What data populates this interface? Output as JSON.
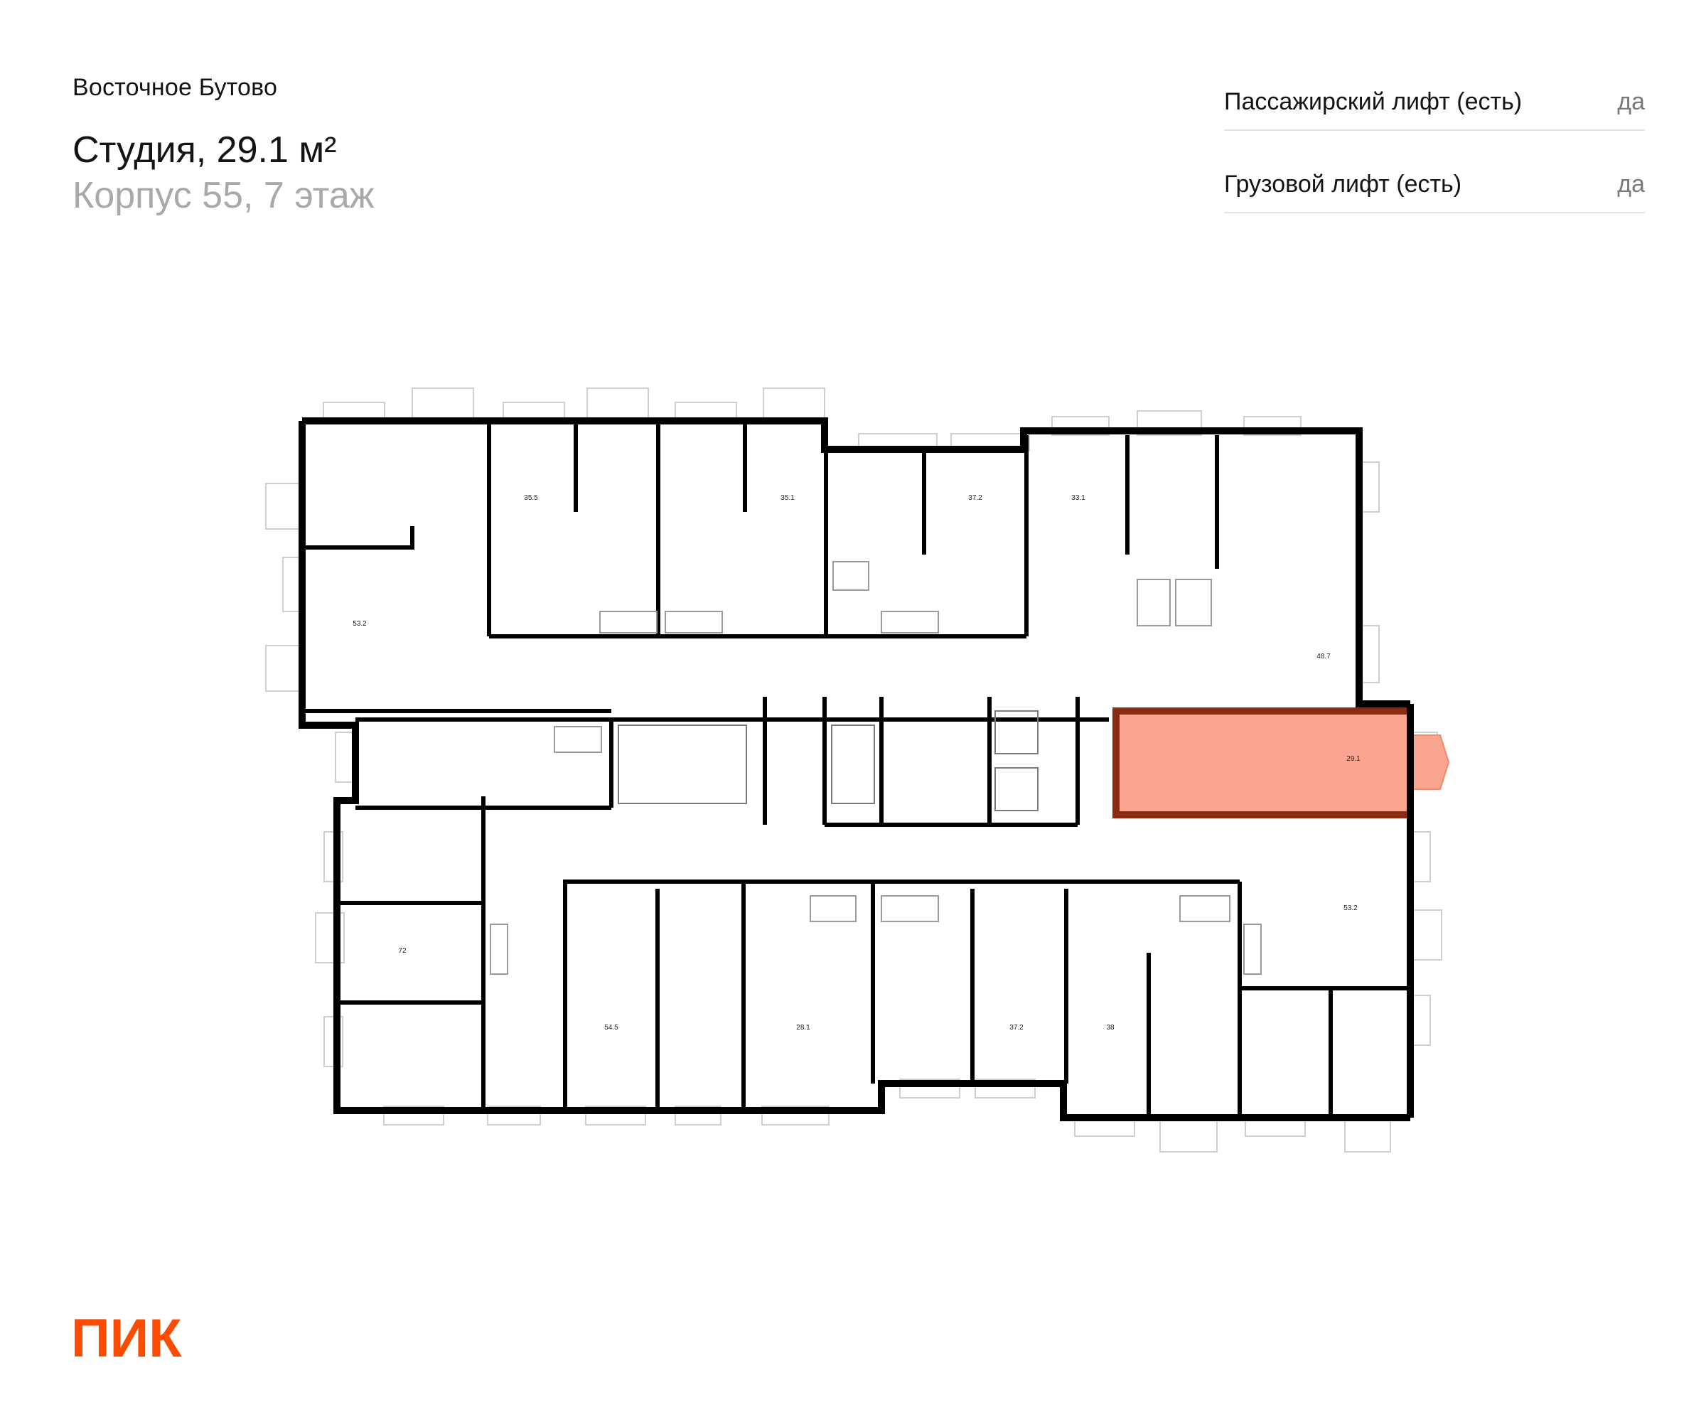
{
  "header": {
    "complex": "Восточное Бутово",
    "apartment_title": "Студия, 29.1 м²",
    "building_floor": "Корпус 55, 7 этаж"
  },
  "specs": [
    {
      "label": "Пассажирский лифт (есть)",
      "value": "да"
    },
    {
      "label": "Грузовой лифт (есть)",
      "value": "да"
    }
  ],
  "plan": {
    "apartment_labels": [
      "35.5",
      "35.1",
      "37.2",
      "33.1",
      "53.2",
      "48.7",
      "29.1",
      "53.2",
      "72",
      "54.5",
      "28.1",
      "37.2",
      "38"
    ],
    "highlight_color": "#f9a58f",
    "highlight_border": "#8c2b14"
  },
  "brand": {
    "logo_text": "ПИК",
    "color": "#fc4c02"
  }
}
